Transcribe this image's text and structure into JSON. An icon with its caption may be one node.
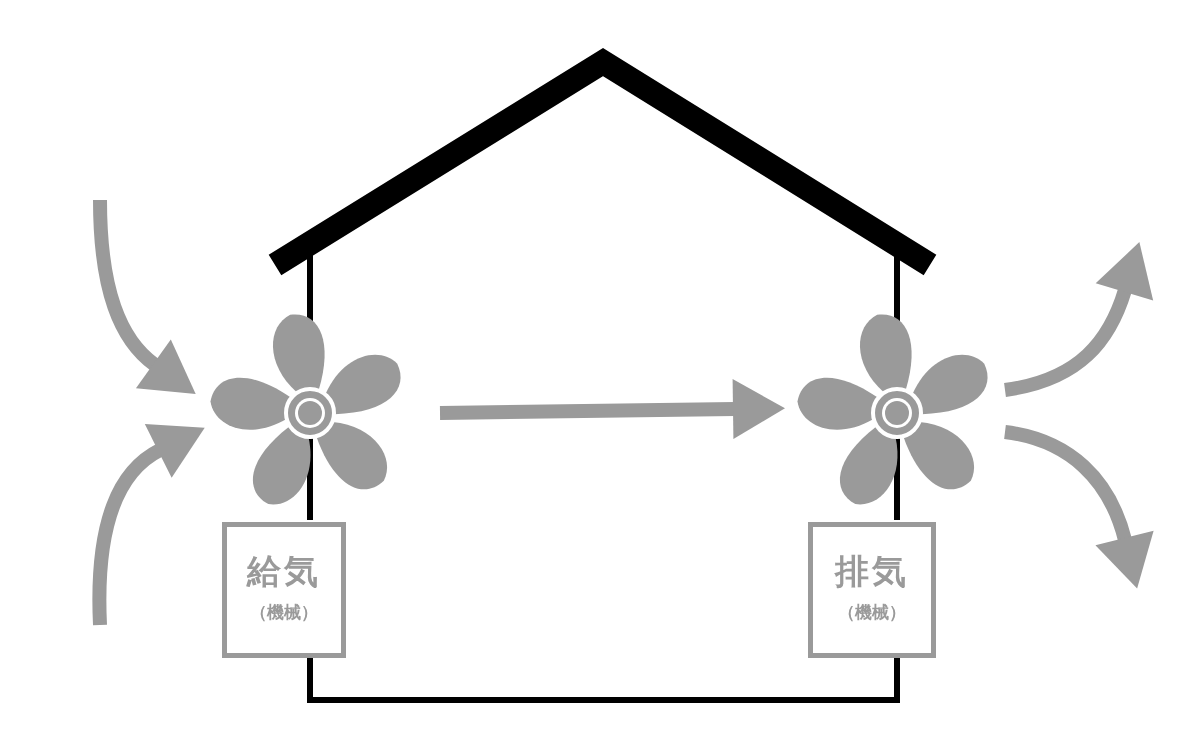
{
  "diagram": {
    "nodes": [
      {
        "text": [],
        "shape": "fan"
      },
      {
        "text": [],
        "shape": "fan"
      },
      {
        "text": [
          "給気",
          "（機械）"
        ]
      },
      {
        "text": [
          "排気",
          "（機械）"
        ]
      }
    ],
    "edges": [
      {
        "from": null,
        "to": 0,
        "arrow": "to"
      },
      {
        "from": null,
        "to": 0,
        "arrow": "to"
      },
      {
        "from": 0,
        "to": 1,
        "arrow": "to"
      },
      {
        "from": 1,
        "to": null,
        "arrow": "to"
      },
      {
        "from": 1,
        "to": null,
        "arrow": "to"
      }
    ]
  }
}
